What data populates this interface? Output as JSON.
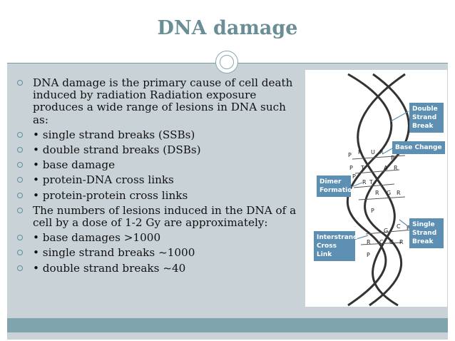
{
  "slide": {
    "title": "DNA damage",
    "bullets": [
      "DNA damage is the primary cause of cell death induced by radiation Radiation exposure produces a wide range of lesions in DNA such as:",
      "• single strand breaks (SSBs)",
      "• double strand breaks (DSBs)",
      "• base damage",
      "• protein-DNA cross links",
      "• protein-protein cross links",
      "The numbers of lesions induced in the DNA of a cell by a dose of 1-2 Gy are approximately:",
      "• base damages >1000",
      "• single strand breaks ~1000",
      "• double strand breaks ~40"
    ]
  },
  "figure": {
    "labels": {
      "double_strand_break": "Double Strand Break",
      "base_change": "Base Change",
      "dimer_formation": "Dimer Formation",
      "interstrand_cross_link": "Interstrand Cross Link",
      "single_strand_break": "Single Strand Break"
    },
    "base_letters": [
      "P",
      "R",
      "U",
      "R",
      "P",
      "P",
      "T",
      "A",
      "R",
      "P",
      "R",
      "T",
      "R",
      "G",
      "R",
      "P",
      "G",
      "C",
      "R",
      "R",
      "C",
      "G",
      "R",
      "P"
    ]
  },
  "colors": {
    "title": "#6a8e96",
    "panel": "#c9d3d7",
    "accent": "#7fa4ad",
    "label_box": "#5d8fb3"
  }
}
